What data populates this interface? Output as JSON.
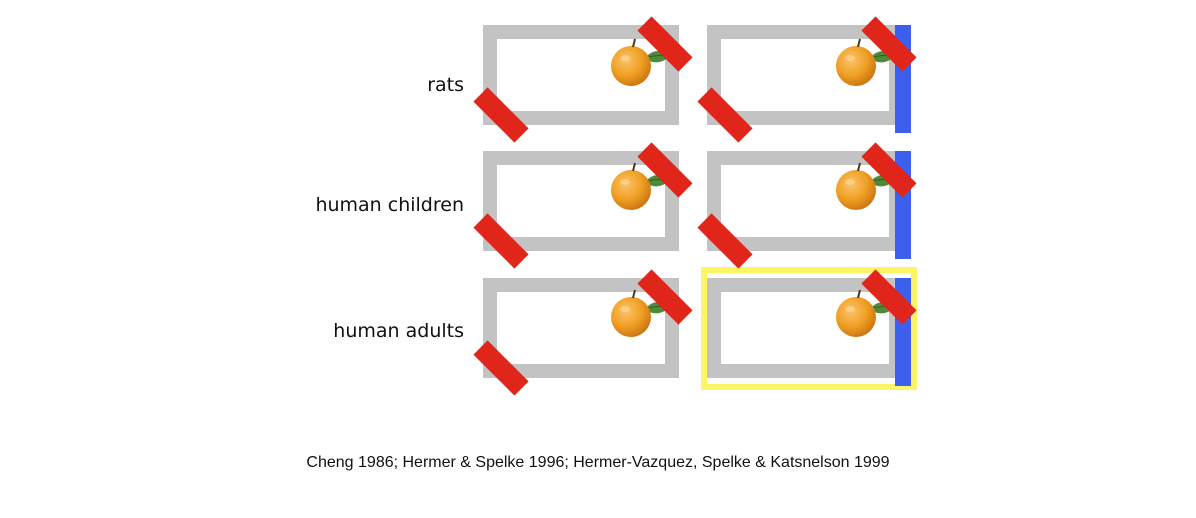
{
  "rows": {
    "rats": "rats",
    "children": "human children",
    "adults": "human adults"
  },
  "citation": "Cheng 1986; Hermer & Spelke 1996; Hermer-Vazquez, Spelke & Katsnelson 1999",
  "colors": {
    "room_wall": "#c3c3c3",
    "blue_wall": "#3d5ff0",
    "corner_panel": "#e0251b",
    "highlight": "#fdf564",
    "fruit": "#f0a024",
    "leaf": "#4e8a3a"
  },
  "icons": {
    "target": "orange-icon"
  },
  "conditions": [
    {
      "row": "rats",
      "room": "all-gray",
      "has_blue_wall": false,
      "highlighted": false
    },
    {
      "row": "rats",
      "room": "one-blue-wall",
      "has_blue_wall": true,
      "highlighted": false
    },
    {
      "row": "human children",
      "room": "all-gray",
      "has_blue_wall": false,
      "highlighted": false
    },
    {
      "row": "human children",
      "room": "one-blue-wall",
      "has_blue_wall": true,
      "highlighted": false
    },
    {
      "row": "human adults",
      "room": "all-gray",
      "has_blue_wall": false,
      "highlighted": false
    },
    {
      "row": "human adults",
      "room": "one-blue-wall",
      "has_blue_wall": true,
      "highlighted": true
    }
  ]
}
